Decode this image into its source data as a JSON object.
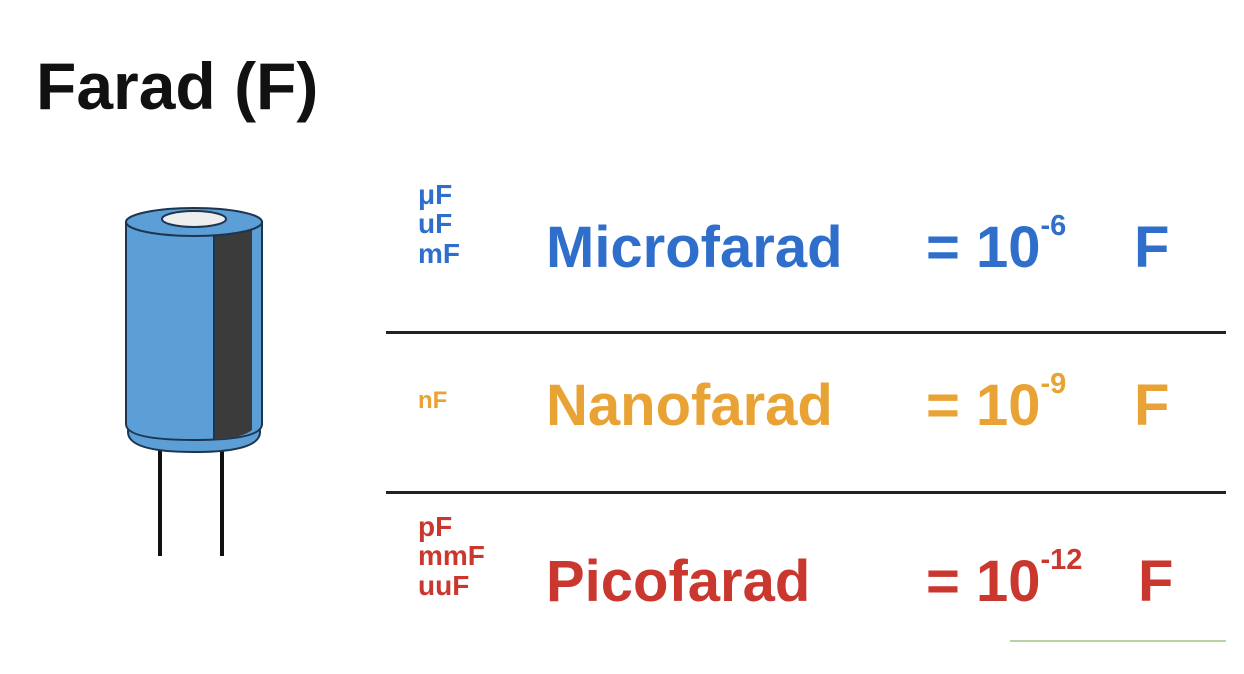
{
  "title": "Farad (F)",
  "colors": {
    "micro": "#2f6fcb",
    "nano": "#e9a234",
    "pico": "#c9372e",
    "capacitor_body": "#5b9fd6",
    "capacitor_stripe": "#3b3b3b"
  },
  "units": [
    {
      "abbreviations": [
        "μF",
        "uF",
        "mF"
      ],
      "name": "Microfarad",
      "equals": "= 10",
      "exponent": "-6",
      "unit": "F"
    },
    {
      "abbreviations": [
        "nF"
      ],
      "name": "Nanofarad",
      "equals": "= 10",
      "exponent": "-9",
      "unit": "F"
    },
    {
      "abbreviations": [
        "pF",
        "mmF",
        "uuF"
      ],
      "name": "Picofarad",
      "equals": "= 10",
      "exponent": "-12",
      "unit": "F"
    }
  ]
}
